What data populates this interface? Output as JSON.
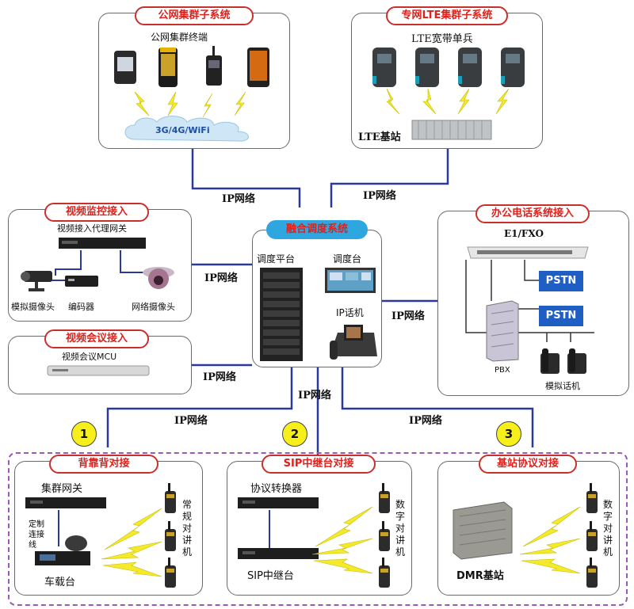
{
  "public_trunk": {
    "title": "公网集群子系统",
    "terminal_label": "公网集群终端",
    "cloud_label": "3G/4G/WiFi"
  },
  "lte_trunk": {
    "title": "专网LTE集群子系统",
    "terminal_label": "LTE宽带单兵",
    "base_label": "LTE基站"
  },
  "video_monitor": {
    "title": "视频监控接入",
    "gateway_label": "视频接入代理网关",
    "analog_camera": "模拟摄像头",
    "encoder": "编码器",
    "ip_camera": "网络摄像头"
  },
  "video_conf": {
    "title": "视频会议接入",
    "mcu_label": "视频会议MCU"
  },
  "dispatch": {
    "title": "融合调度系统",
    "platform_label": "调度平台",
    "console_label": "调度台",
    "ipphone_label": "IP话机"
  },
  "office_phone": {
    "title": "办公电话系统接入",
    "fxo_label": "E1/FXO",
    "pstn1": "PSTN",
    "pstn2": "PSTN",
    "pbx_label": "PBX",
    "analog_phone": "模拟话机"
  },
  "ip_network_label": "IP网络",
  "options": [
    {
      "num": "1",
      "title": "背靠背对接",
      "device1": "集群网关",
      "device2": "车载台",
      "side_note": "定制连接线",
      "radio_text": "常规对讲机"
    },
    {
      "num": "2",
      "title": "SIP中继台对接",
      "device1": "协议转换器",
      "device2": "SIP中继台",
      "radio_text": "数字对讲机"
    },
    {
      "num": "3",
      "title": "基站协议对接",
      "device2": "DMR基站",
      "radio_text": "数字对讲机"
    }
  ],
  "colors": {
    "accent_red": "#e0201b",
    "link_blue": "#2b3a9a",
    "pstn_blue": "#1f5fc4",
    "dispatch_title_bg": "#2ea6e0",
    "option_dash": "#9b59b6",
    "number_badge": "#f7ef1a",
    "lightning": "#f3ea2a"
  }
}
